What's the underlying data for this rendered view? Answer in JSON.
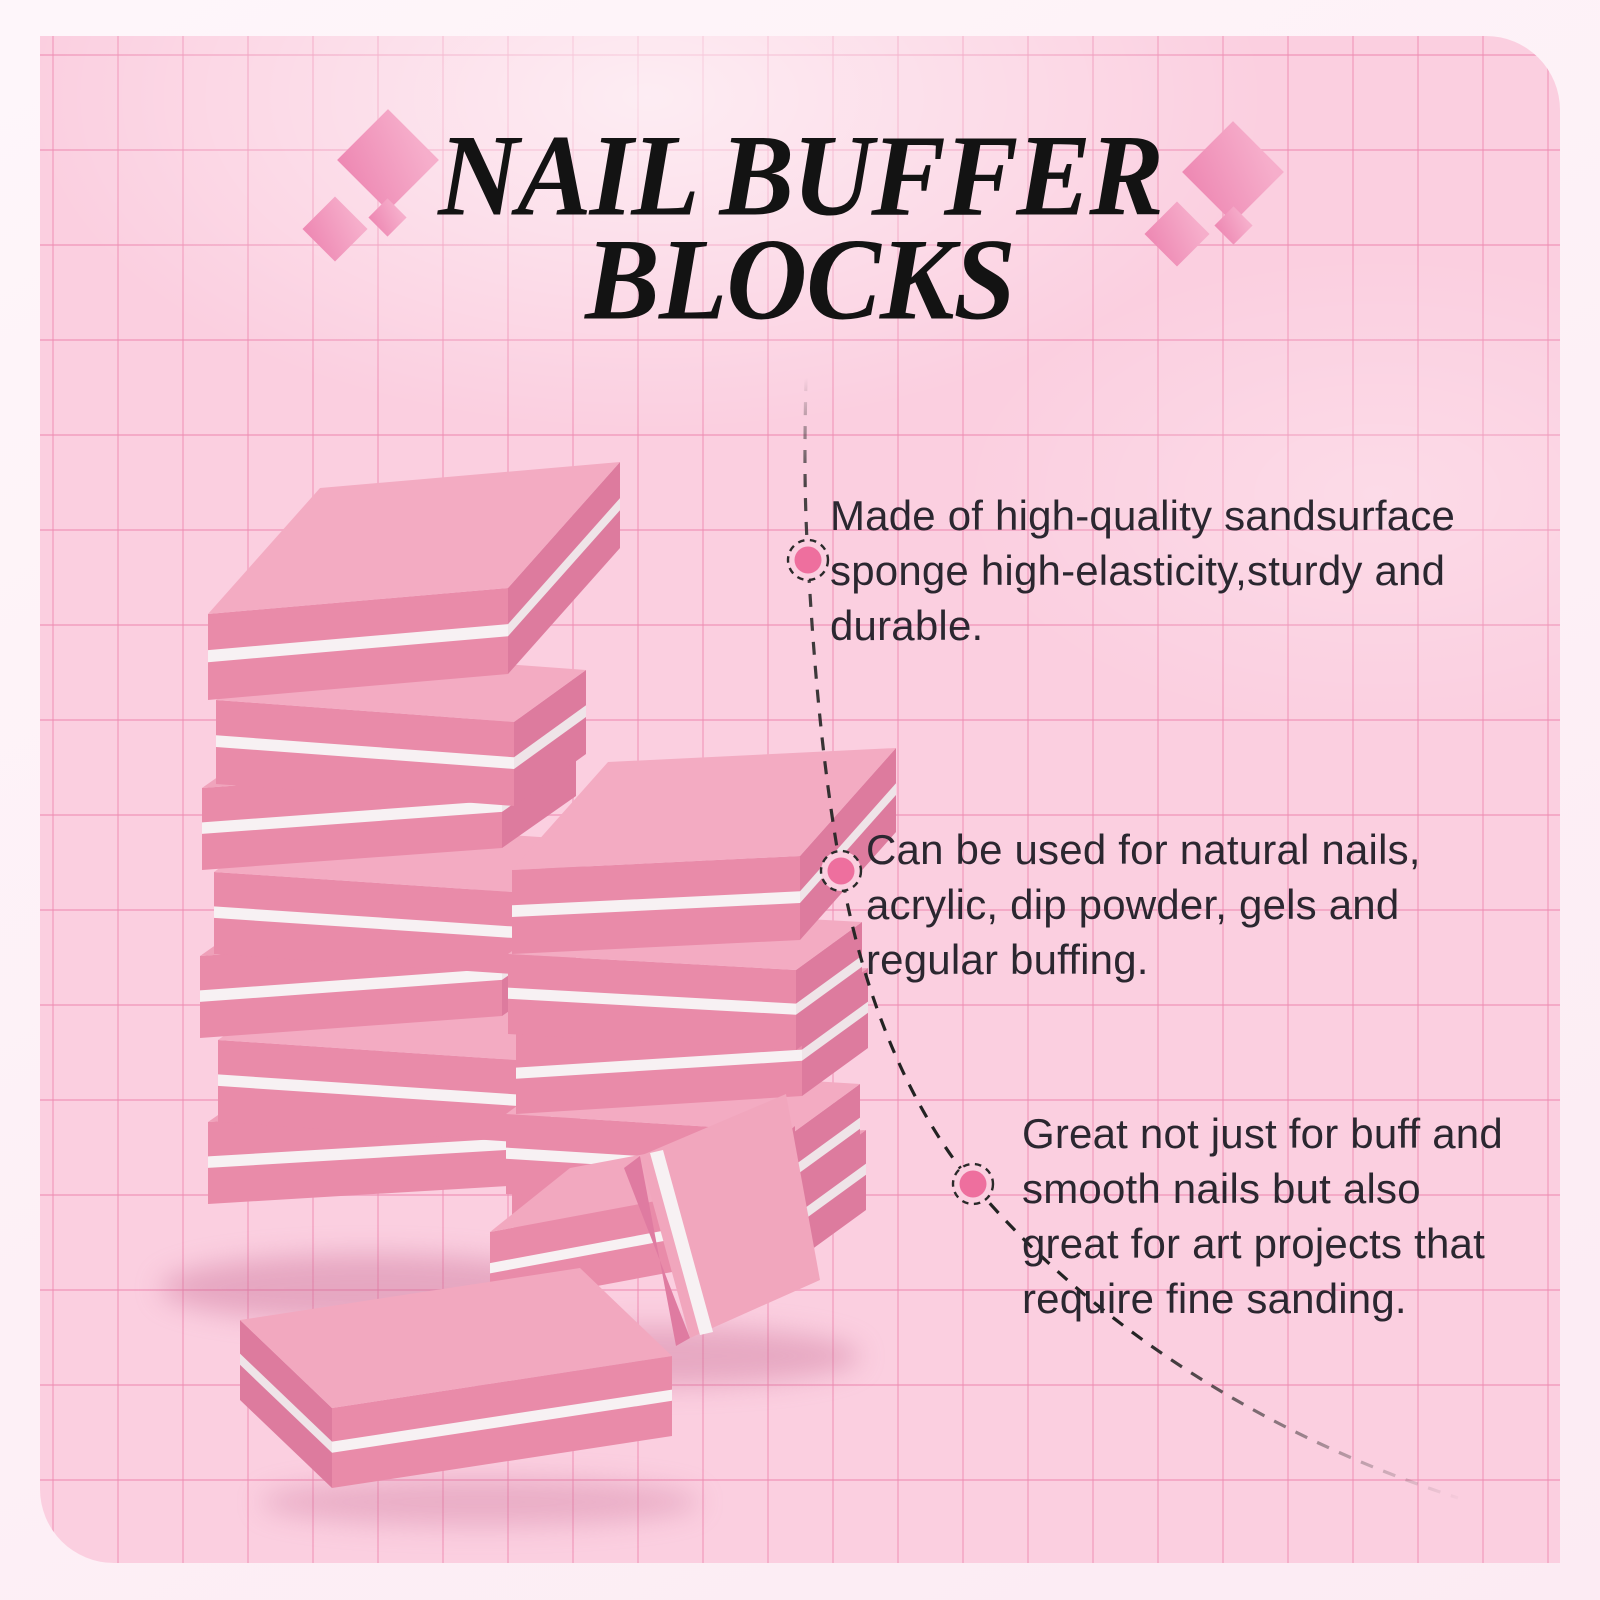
{
  "title": {
    "line1": "NAIL BUFFER",
    "line2": "BLOCKS"
  },
  "features": [
    {
      "lines": [
        "Made of high-quality sandsurface",
        "sponge high-elasticity,sturdy and",
        "durable."
      ]
    },
    {
      "lines": [
        "Can be used for natural nails,",
        "acrylic, dip powder, gels and",
        "regular buffing."
      ]
    },
    {
      "lines": [
        "Great not just for buff and",
        "smooth nails but also",
        "great for art projects that",
        "require fine sanding."
      ]
    }
  ],
  "decorations": {
    "left_diamond_cluster": "three pink diamonds",
    "right_diamond_cluster": "three pink diamonds"
  },
  "photo": {
    "subject": "stacks of pink mini nail buffer sponge blocks with white core stripe"
  },
  "colors": {
    "outer_background": "#fdf2f7",
    "card_background": "#fbcfe0",
    "grid_line": "#ee8cb2",
    "title_text": "#131313",
    "body_text": "#2b2730",
    "bullet_dot_fill": "#ee6f9e",
    "connector_line": "#2a2a2a",
    "diamond_pink": "#f19cc0",
    "sponge_top_pink": "#f3abc2",
    "sponge_front_pink": "#e98ba9",
    "sponge_side_pink": "#dd7b9e",
    "sponge_core_white": "#f7f1f3"
  }
}
